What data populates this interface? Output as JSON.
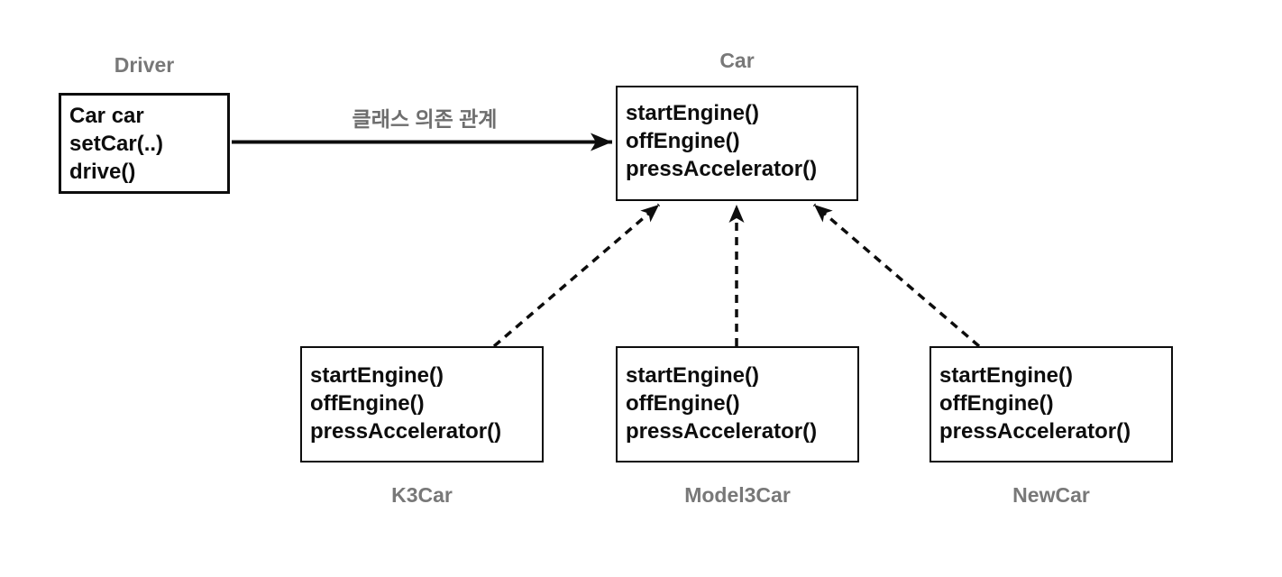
{
  "diagram": {
    "background_color": "#ffffff",
    "box_border_color": "#0d0d0d",
    "member_text_color": "#0d0d0d",
    "title_text_color": "#787878",
    "dependency_label": "클래스 의존 관계",
    "classes": {
      "driver": {
        "title": "Driver",
        "members": [
          "Car car",
          "setCar(..)",
          "drive()"
        ]
      },
      "car": {
        "title": "Car",
        "members": [
          "startEngine()",
          "offEngine()",
          "pressAccelerator()"
        ]
      },
      "k3car": {
        "title": "K3Car",
        "members": [
          "startEngine()",
          "offEngine()",
          "pressAccelerator()"
        ]
      },
      "model3car": {
        "title": "Model3Car",
        "members": [
          "startEngine()",
          "offEngine()",
          "pressAccelerator()"
        ]
      },
      "newcar": {
        "title": "NewCar",
        "members": [
          "startEngine()",
          "offEngine()",
          "pressAccelerator()"
        ]
      }
    },
    "edges": [
      {
        "type": "solid-arrow",
        "from": "Driver",
        "to": "Car",
        "label": "클래스 의존 관계"
      },
      {
        "type": "dashed-arrow",
        "from": "K3Car",
        "to": "Car",
        "label": ""
      },
      {
        "type": "dashed-arrow",
        "from": "Model3Car",
        "to": "Car",
        "label": ""
      },
      {
        "type": "dashed-arrow",
        "from": "NewCar",
        "to": "Car",
        "label": ""
      }
    ]
  }
}
